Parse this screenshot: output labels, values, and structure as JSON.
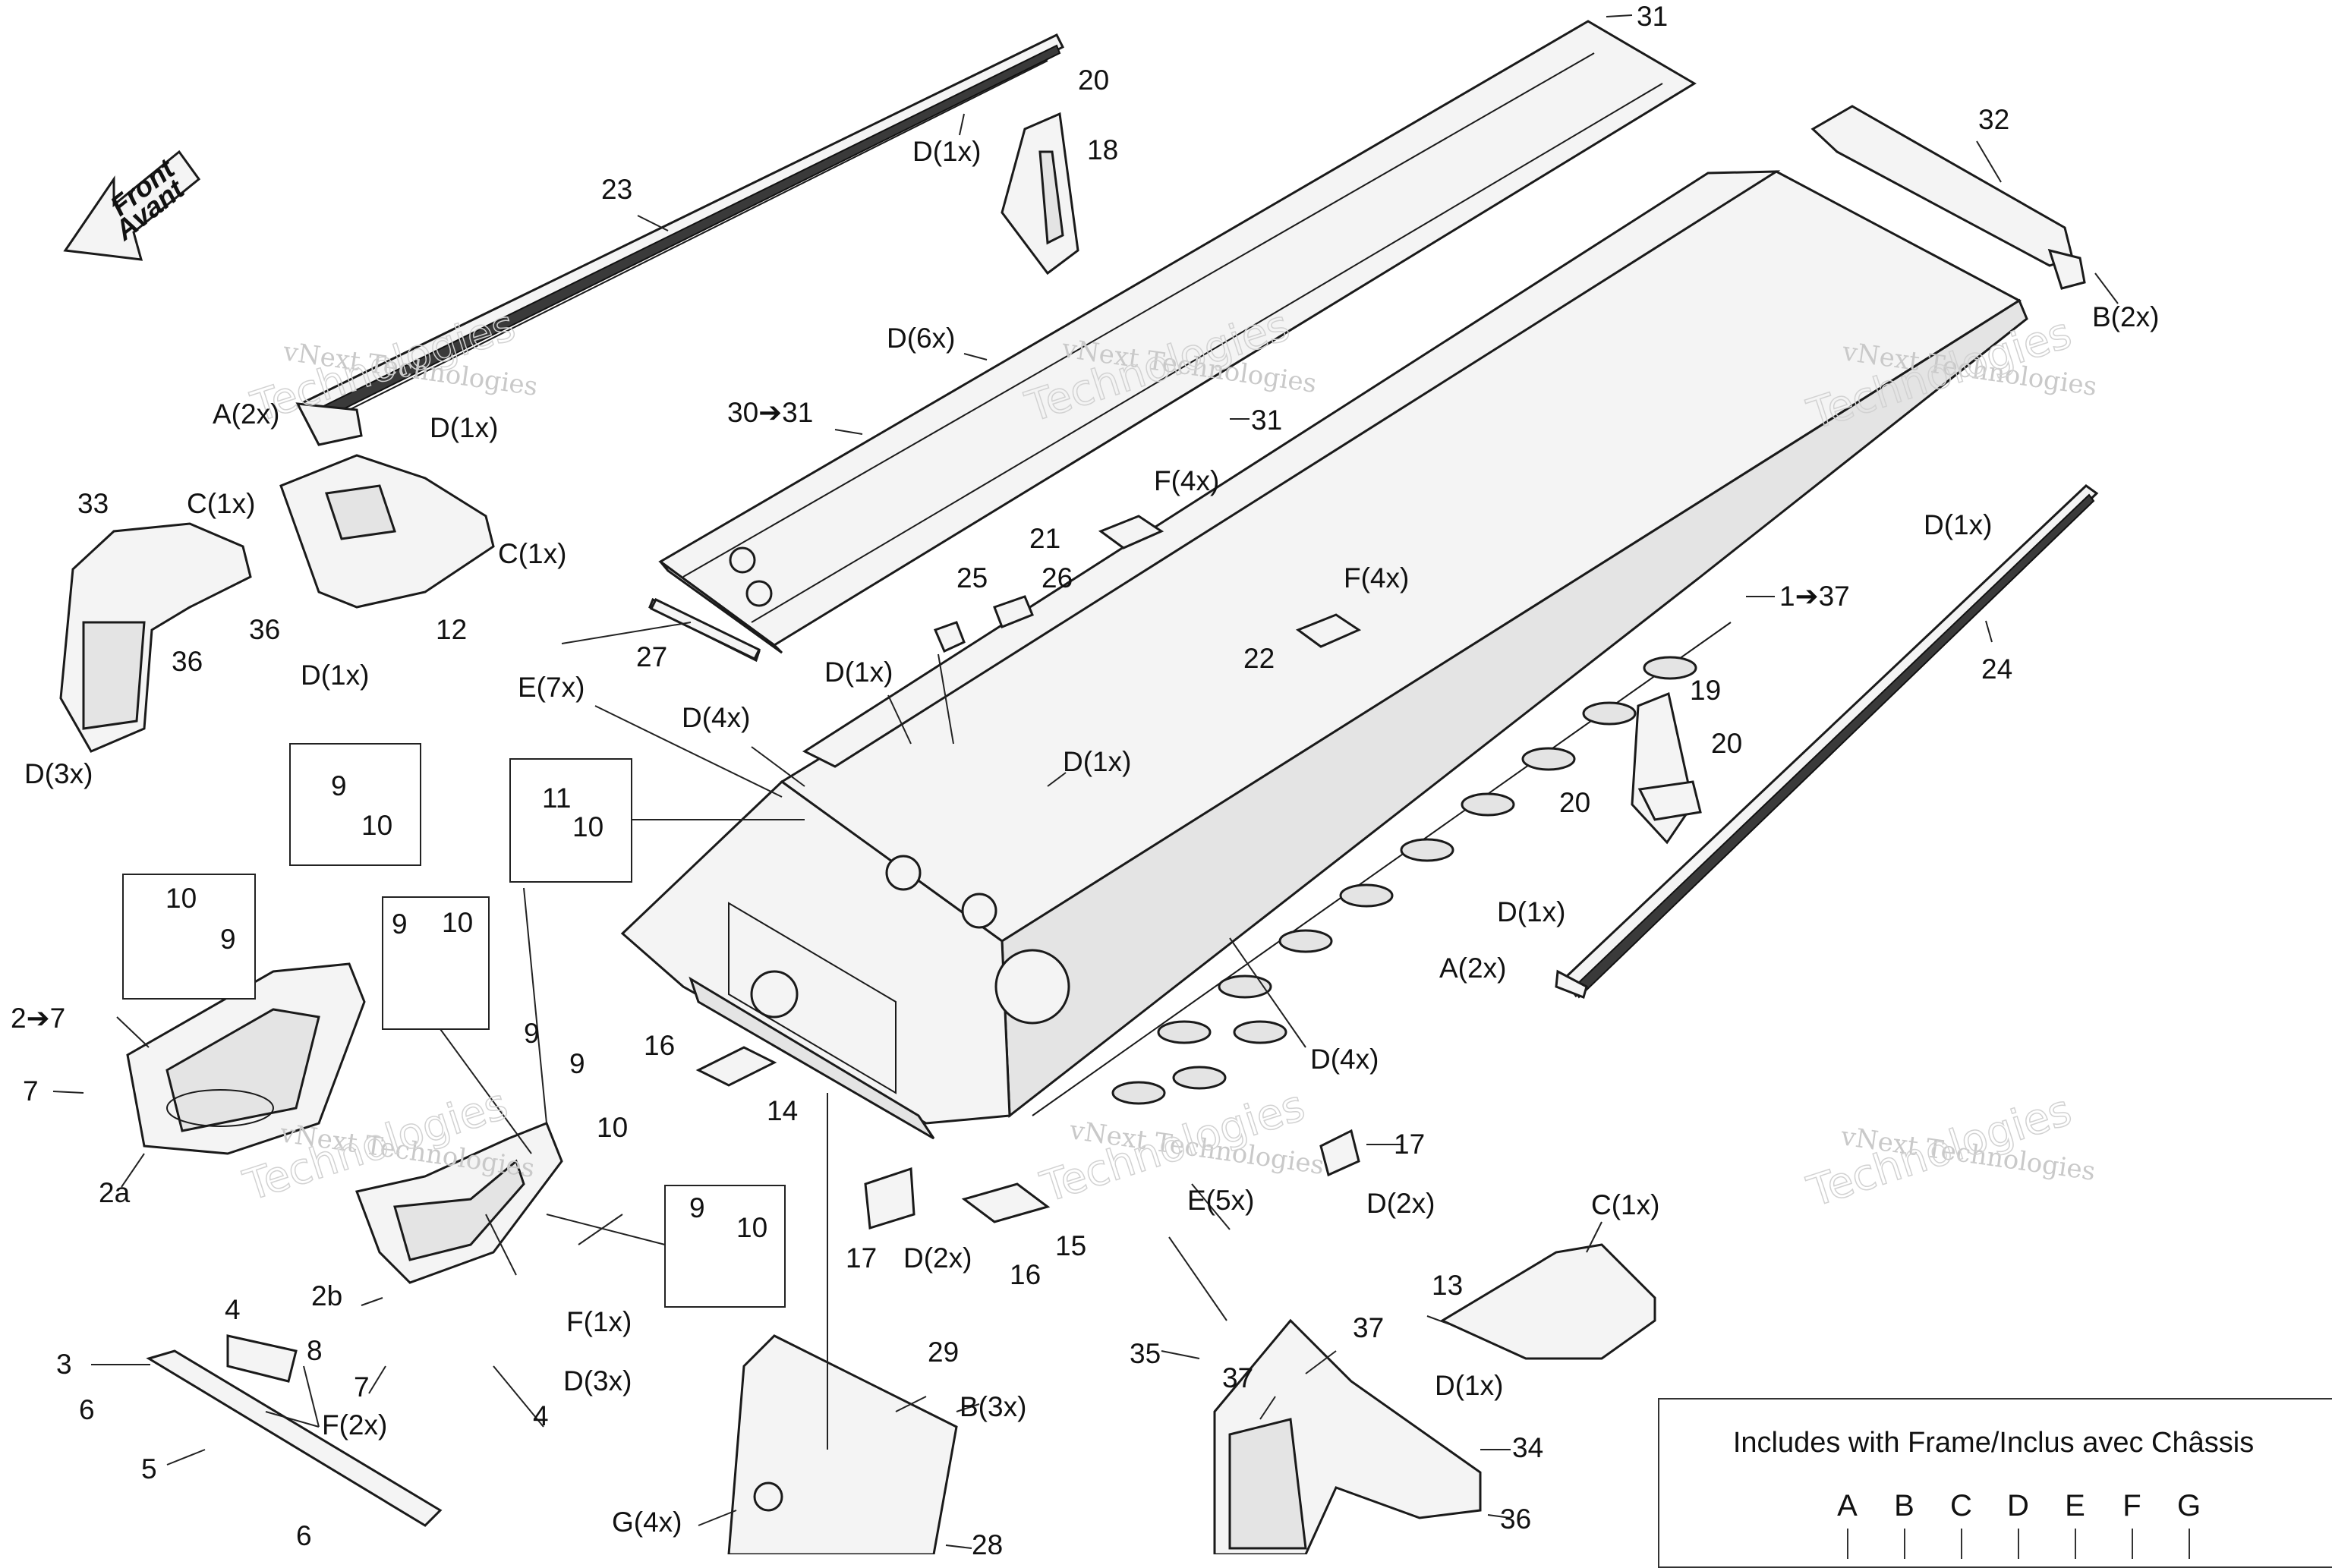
{
  "arrow": {
    "line1": "Front",
    "line2": "Avant"
  },
  "watermark": {
    "small": "vNext Technologies",
    "big": "Technologies"
  },
  "labels": {
    "p31a": "31",
    "p20a": "20",
    "p18": "18",
    "d1x_a": "D(1x)",
    "p23": "23",
    "p32": "32",
    "b2x_a": "B(2x)",
    "d6x": "D(6x)",
    "p30": "30➔31",
    "p31b": "31",
    "a2x_a": "A(2x)",
    "d1x_b": "D(1x)",
    "p33": "33",
    "c1x_a": "C(1x)",
    "c1x_b": "C(1x)",
    "p36a": "36",
    "p12": "12",
    "p36b": "36",
    "d1x_c": "D(1x)",
    "d3x_a": "D(3x)",
    "f4x_a": "F(4x)",
    "p21": "21",
    "p25": "25",
    "p26": "26",
    "f4x_b": "F(4x)",
    "p22": "22",
    "p1": "1➔37",
    "d1x_d": "D(1x)",
    "p24": "24",
    "p27": "27",
    "d1x_e": "D(1x)",
    "e7x": "E(7x)",
    "d4x_a": "D(4x)",
    "d1x_f": "D(1x)",
    "p19": "19",
    "p20b": "20",
    "p20c": "20",
    "box1_9": "9",
    "box1_10": "10",
    "box2_11": "11",
    "box2_10": "10",
    "box3_10": "10",
    "box3_9": "9",
    "box4_9": "9",
    "box4_10": "10",
    "p2_7": "2➔7",
    "p7a": "7",
    "p2a": "2a",
    "p9a": "9",
    "p9b": "9",
    "p10a": "10",
    "p16a": "16",
    "p14": "14",
    "d1x_g": "D(1x)",
    "a2x_b": "A(2x)",
    "d4x_b": "D(4x)",
    "p17a": "17",
    "d2x_a": "D(2x)",
    "box5_9": "9",
    "box5_10": "10",
    "p4a": "4",
    "p2b": "2b",
    "p7b": "7",
    "f1x": "F(1x)",
    "d3x_b": "D(3x)",
    "p4b": "4",
    "p3": "3",
    "p8": "8",
    "p6a": "6",
    "f2x": "F(2x)",
    "p5": "5",
    "p6b": "6",
    "p17b": "17",
    "d2x_b": "D(2x)",
    "p16b": "16",
    "p15": "15",
    "e5x": "E(5x)",
    "c1x_c": "C(1x)",
    "p13": "13",
    "d1x_h": "D(1x)",
    "p29": "29",
    "b3x": "B(3x)",
    "g4x": "G(4x)",
    "p28": "28",
    "p35": "35",
    "p37a": "37",
    "p37b": "37",
    "p34": "34",
    "p36c": "36"
  },
  "legend": {
    "title": "Includes with Frame/Inclus avec Châssis",
    "letters": [
      "A",
      "B",
      "C",
      "D",
      "E",
      "F",
      "G"
    ]
  }
}
